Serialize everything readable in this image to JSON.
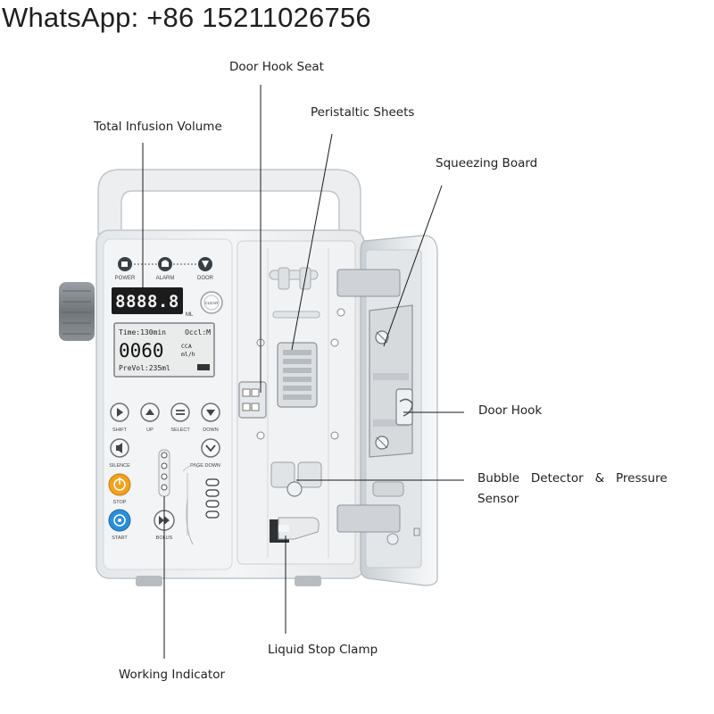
{
  "header": {
    "contact": "WhatsApp: +86 15211026756"
  },
  "device": {
    "indicators": [
      {
        "label": "POWER",
        "icon": "plug-icon"
      },
      {
        "label": "ALARM",
        "icon": "bell-icon"
      },
      {
        "label": "DOOR",
        "icon": "door-icon"
      }
    ],
    "segment_display": "8888.8",
    "segment_unit": "ML",
    "clear_label": "CLEAR",
    "lcd": {
      "line1_left": "Time:130min",
      "line1_right": "Occl:M",
      "big_value": "0060",
      "unit_top": "CCA",
      "unit_bottom": "ml/h",
      "line3": "PreVol:235ml"
    },
    "nav_buttons": [
      {
        "label": "SHIFT",
        "icon": "play-icon"
      },
      {
        "label": "UP",
        "icon": "up-arrow-icon"
      },
      {
        "label": "SELECT",
        "icon": "select-icon"
      },
      {
        "label": "DOWN",
        "icon": "down-arrow-icon"
      }
    ],
    "silence_label": "SILENCE",
    "page_down_label": "PAGE DOWN",
    "stop_label": "STOP",
    "start_label": "START",
    "bolus_label": "BOLUS"
  },
  "callouts": {
    "door_hook_seat": "Door Hook Seat",
    "total_infusion_volume": "Total Infusion Volume",
    "peristaltic_sheets": "Peristaltic Sheets",
    "squeezing_board": "Squeezing Board",
    "door_hook": "Door Hook",
    "bubble_detector_line1": "Bubble   Detector   &   Pressure",
    "bubble_detector_line2": "Sensor",
    "liquid_stop_clamp": "Liquid Stop Clamp",
    "working_indicator": "Working Indicator"
  },
  "colors": {
    "stop_button": "#f2a21d",
    "start_button": "#2a8fd8",
    "leader_line": "#1a1a1a"
  }
}
